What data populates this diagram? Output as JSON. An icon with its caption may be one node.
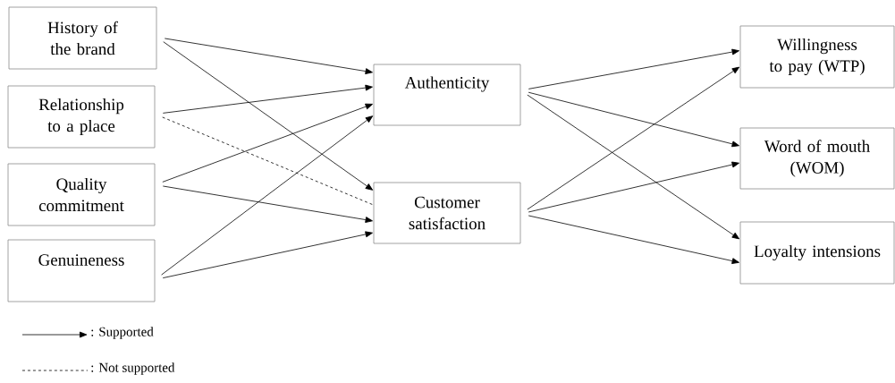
{
  "diagram": {
    "nodes": [
      {
        "text": [
          "History of the brand"
        ]
      },
      {
        "text": [
          "Relationship to a place"
        ]
      },
      {
        "text": [
          "Quality commitment"
        ]
      },
      {
        "text": [
          "Genuineness"
        ]
      },
      {
        "text": [
          "Authenticity"
        ]
      },
      {
        "text": [
          "Customer satisfaction"
        ]
      },
      {
        "text": [
          "Willingness to pay (WTP)"
        ]
      },
      {
        "text": [
          "Word of mouth (WOM)"
        ]
      },
      {
        "text": [
          "Loyalty intensions"
        ]
      }
    ],
    "edges": [
      {
        "from": 0,
        "to": 4,
        "arrow": "to"
      },
      {
        "from": 0,
        "to": 5,
        "arrow": "to"
      },
      {
        "from": 1,
        "to": 4,
        "arrow": "to"
      },
      {
        "from": 1,
        "to": 5,
        "arrow": "none",
        "style": "dashed"
      },
      {
        "from": 2,
        "to": 4,
        "arrow": "to"
      },
      {
        "from": 2,
        "to": 5,
        "arrow": "to"
      },
      {
        "from": 3,
        "to": 4,
        "arrow": "to"
      },
      {
        "from": 3,
        "to": 5,
        "arrow": "to"
      },
      {
        "from": 4,
        "to": 6,
        "arrow": "to"
      },
      {
        "from": 4,
        "to": 7,
        "arrow": "to"
      },
      {
        "from": 4,
        "to": 8,
        "arrow": "to"
      },
      {
        "from": 5,
        "to": 6,
        "arrow": "to"
      },
      {
        "from": 5,
        "to": 7,
        "arrow": "to"
      },
      {
        "from": 5,
        "to": 8,
        "arrow": "to"
      }
    ],
    "legend": [
      {
        "text": ": Supported"
      },
      {
        "text": ": Not supported"
      }
    ]
  }
}
